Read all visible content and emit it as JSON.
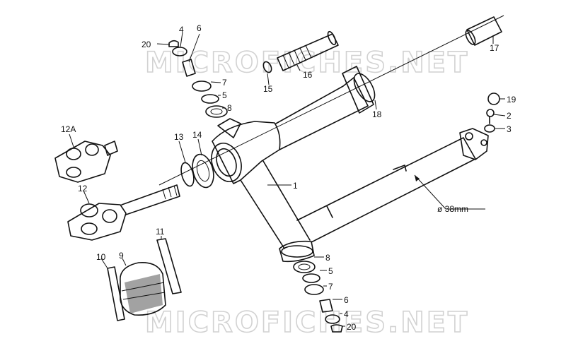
{
  "watermark": "MICROFICHES.NET",
  "dimension_note": "ø 38mm",
  "callouts": [
    {
      "id": "c20a",
      "text": "20"
    },
    {
      "id": "c4a",
      "text": "4"
    },
    {
      "id": "c6a",
      "text": "6"
    },
    {
      "id": "c7a",
      "text": "7"
    },
    {
      "id": "c5a",
      "text": "5"
    },
    {
      "id": "c8a",
      "text": "8"
    },
    {
      "id": "c15",
      "text": "15"
    },
    {
      "id": "c16",
      "text": "16"
    },
    {
      "id": "c17",
      "text": "17"
    },
    {
      "id": "c18",
      "text": "18"
    },
    {
      "id": "c19",
      "text": "19"
    },
    {
      "id": "c2",
      "text": "2"
    },
    {
      "id": "c3",
      "text": "3"
    },
    {
      "id": "c12A",
      "text": "12A"
    },
    {
      "id": "c13",
      "text": "13"
    },
    {
      "id": "c14",
      "text": "14"
    },
    {
      "id": "c1",
      "text": "1"
    },
    {
      "id": "c12",
      "text": "12"
    },
    {
      "id": "c11",
      "text": "11"
    },
    {
      "id": "c10",
      "text": "10"
    },
    {
      "id": "c9",
      "text": "9"
    },
    {
      "id": "c8b",
      "text": "8"
    },
    {
      "id": "c5b",
      "text": "5"
    },
    {
      "id": "c7b",
      "text": "7"
    },
    {
      "id": "c6b",
      "text": "6"
    },
    {
      "id": "c4b",
      "text": "4"
    },
    {
      "id": "c20b",
      "text": "20"
    }
  ]
}
